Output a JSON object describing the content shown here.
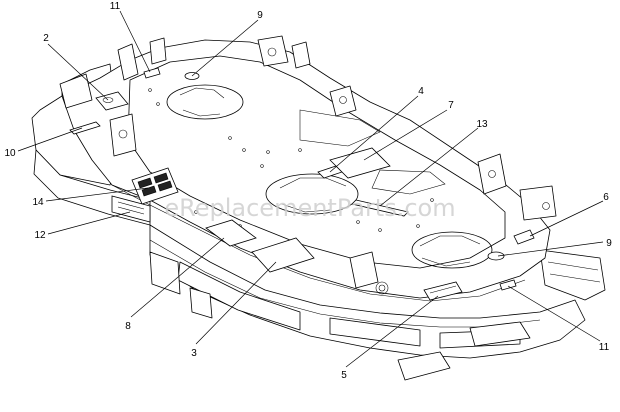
{
  "diagram": {
    "watermark": "eReplacementParts.com",
    "callouts": [
      {
        "id": "c11a",
        "label": "11"
      },
      {
        "id": "c9a",
        "label": "9"
      },
      {
        "id": "c2",
        "label": "2"
      },
      {
        "id": "c10",
        "label": "10"
      },
      {
        "id": "c4",
        "label": "4"
      },
      {
        "id": "c7",
        "label": "7"
      },
      {
        "id": "c13",
        "label": "13"
      },
      {
        "id": "c14",
        "label": "14"
      },
      {
        "id": "c12",
        "label": "12"
      },
      {
        "id": "c6",
        "label": "6"
      },
      {
        "id": "c9b",
        "label": "9"
      },
      {
        "id": "c8",
        "label": "8"
      },
      {
        "id": "c3",
        "label": "3"
      },
      {
        "id": "c11b",
        "label": "11"
      },
      {
        "id": "c5",
        "label": "5"
      }
    ]
  }
}
